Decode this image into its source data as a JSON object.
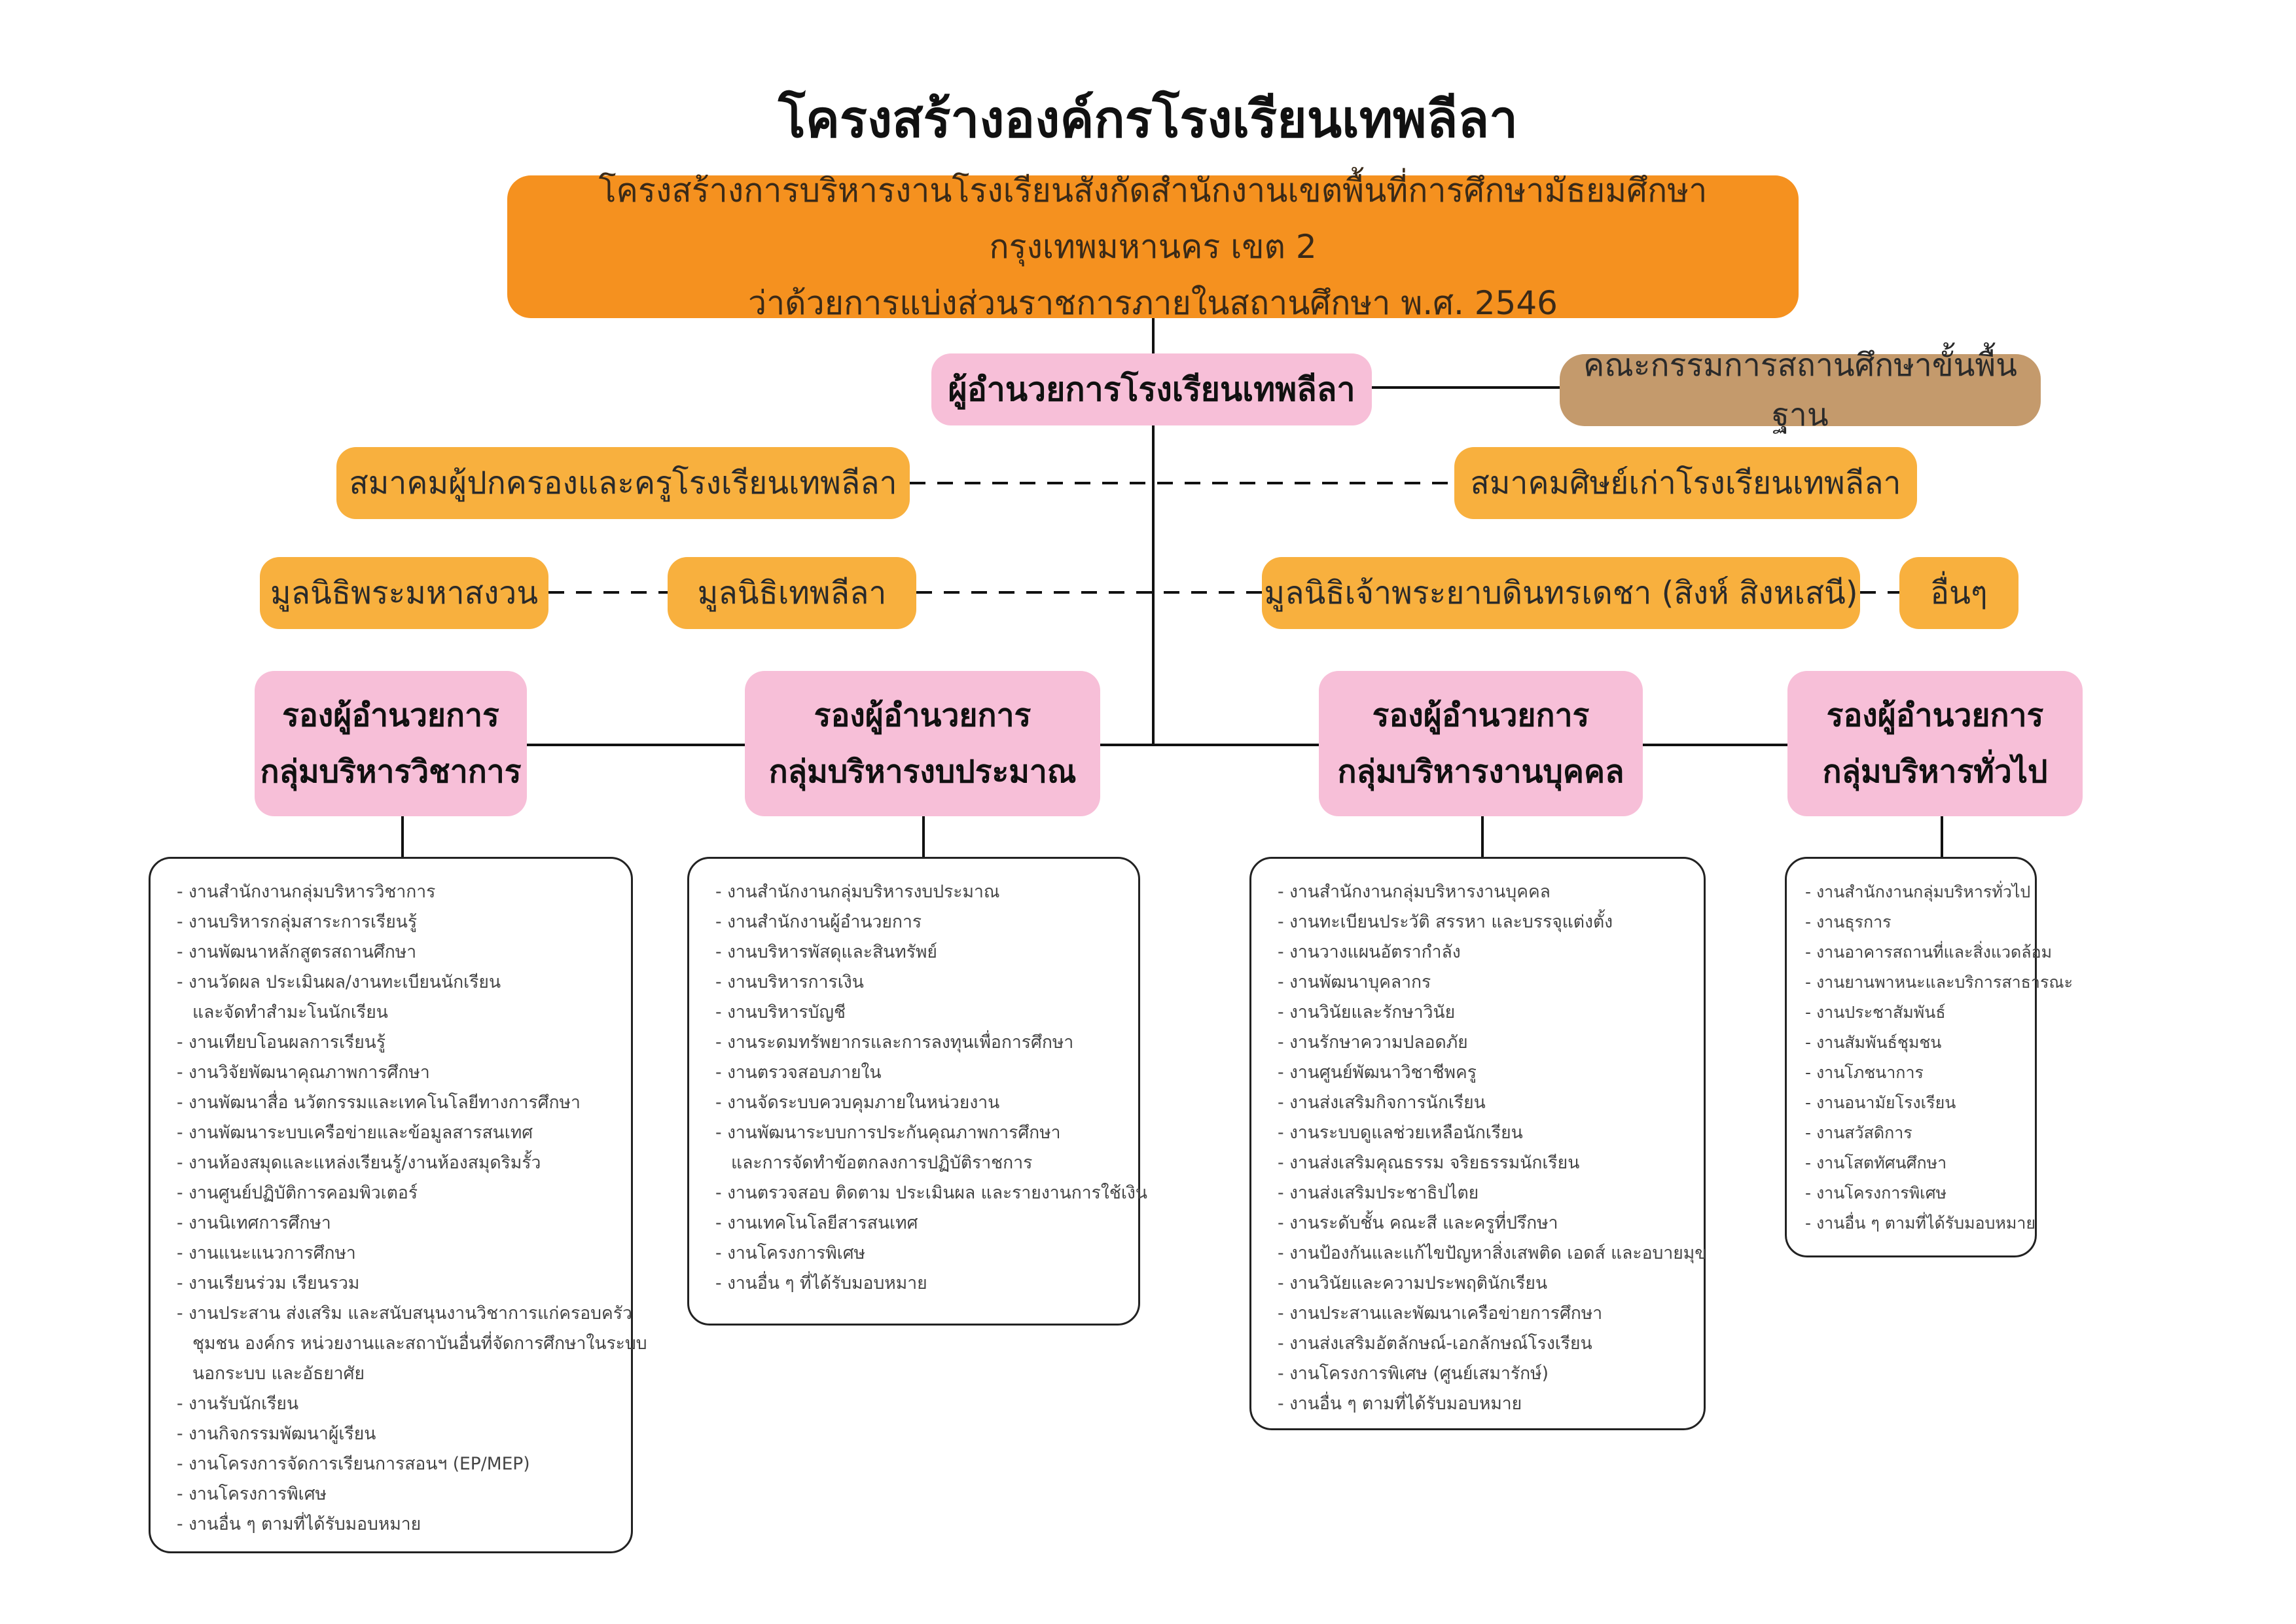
{
  "title": "โครงสร้างองค์กรโรงเรียนเทพลีลา",
  "top_box": {
    "line1": "โครงสร้างการบริหารงานโรงเรียนสังกัดสำนักงานเขตพื้นที่การศึกษามัธยมศึกษากรุงเทพมหานคร เขต 2",
    "line2": "ว่าด้วยการแบ่งส่วนราชการภายในสถานศึกษา พ.ศ. 2546"
  },
  "director": "ผู้อำนวยการโรงเรียนเทพลีลา",
  "committee": "คณะกรรมการสถานศึกษาขั้นพื้นฐาน",
  "associations": {
    "parents": "สมาคมผู้ปกครองและครูโรงเรียนเทพลีลา",
    "alumni": "สมาคมศิษย์เก่าโรงเรียนเทพลีลา"
  },
  "foundations": {
    "f1": "มูลนิธิพระมหาสงวน",
    "f2": "มูลนิธิเทพลีลา",
    "f3": "มูลนิธิเจ้าพระยาบดินทรเดชา (สิงห์ สิงหเสนี)",
    "f4": "อื่นๆ"
  },
  "deputies": [
    {
      "line1": "รองผู้อำนวยการ",
      "line2": "กลุ่มบริหารวิชาการ"
    },
    {
      "line1": "รองผู้อำนวยการ",
      "line2": "กลุ่มบริหารงบประมาณ"
    },
    {
      "line1": "รองผู้อำนวยการ",
      "line2": "กลุ่มบริหารงานบุคคล"
    },
    {
      "line1": "รองผู้อำนวยการ",
      "line2": "กลุ่มบริหารทั่วไป"
    }
  ],
  "lists": {
    "academic": [
      "- งานสำนักงานกลุ่มบริหารวิชาการ",
      "- งานบริหารกลุ่มสาระการเรียนรู้",
      "- งานพัฒนาหลักสูตรสถานศึกษา",
      "- งานวัดผล ประเมินผล/งานทะเบียนนักเรียน",
      "และจัดทำสำมะโนนักเรียน",
      "- งานเทียบโอนผลการเรียนรู้",
      "- งานวิจัยพัฒนาคุณภาพการศึกษา",
      "- งานพัฒนาสื่อ นวัตกรรมและเทคโนโลยีทางการศึกษา",
      "- งานพัฒนาระบบเครือข่ายและข้อมูลสารสนเทศ",
      "- งานห้องสมุดและแหล่งเรียนรู้/งานห้องสมุดริมรั้ว",
      "- งานศูนย์ปฏิบัติการคอมพิวเตอร์",
      "- งานนิเทศการศึกษา",
      "- งานแนะแนวการศึกษา",
      "- งานเรียนร่วม เรียนรวม",
      "- งานประสาน ส่งเสริม และสนับสนุนงานวิชาการแก่ครอบครัว",
      "ชุมชน องค์กร หน่วยงานและสถาบันอื่นที่จัดการศึกษาในระบบ",
      "นอกระบบ และอัธยาศัย",
      "- งานรับนักเรียน",
      "- งานกิจกรรมพัฒนาผู้เรียน",
      "- งานโครงการจัดการเรียนการสอนฯ (EP/MEP)",
      "- งานโครงการพิเศษ",
      "- งานอื่น ๆ ตามที่ได้รับมอบหมาย"
    ],
    "budget": [
      "- งานสำนักงานกลุ่มบริหารงบประมาณ",
      "- งานสำนักงานผู้อำนวยการ",
      "- งานบริหารพัสดุและสินทรัพย์",
      "- งานบริหารการเงิน",
      "- งานบริหารบัญชี",
      "- งานระดมทรัพยากรและการลงทุนเพื่อการศึกษา",
      "- งานตรวจสอบภายใน",
      "- งานจัดระบบควบคุมภายในหน่วยงาน",
      "- งานพัฒนาระบบการประกันคุณภาพการศึกษา",
      "และการจัดทำข้อตกลงการปฏิบัติราชการ",
      "- งานตรวจสอบ ติดตาม ประเมินผล และรายงานการใช้เงิน",
      "- งานเทคโนโลยีสารสนเทศ",
      "- งานโครงการพิเศษ",
      "- งานอื่น ๆ ที่ได้รับมอบหมาย"
    ],
    "personnel": [
      "- งานสำนักงานกลุ่มบริหารงานบุคคล",
      "- งานทะเบียนประวัติ สรรหา และบรรจุแต่งตั้ง",
      "- งานวางแผนอัตรากำลัง",
      "- งานพัฒนาบุคลากร",
      "- งานวินัยและรักษาวินัย",
      "- งานรักษาความปลอดภัย",
      "- งานศูนย์พัฒนาวิชาชีพครู",
      "- งานส่งเสริมกิจการนักเรียน",
      "- งานระบบดูแลช่วยเหลือนักเรียน",
      "- งานส่งเสริมคุณธรรม จริยธรรมนักเรียน",
      "- งานส่งเสริมประชาธิปไตย",
      "- งานระดับชั้น คณะสี และครูที่ปรึกษา",
      "- งานป้องกันและแก้ไขปัญหาสิ่งเสพติด เอดส์ และอบายมุข",
      "- งานวินัยและความประพฤตินักเรียน",
      "- งานประสานและพัฒนาเครือข่ายการศึกษา",
      "- งานส่งเสริมอัตลักษณ์-เอกลักษณ์โรงเรียน",
      "- งานโครงการพิเศษ (ศูนย์เสมารักษ์)",
      "- งานอื่น ๆ ตามที่ได้รับมอบหมาย"
    ],
    "general": [
      "- งานสำนักงานกลุ่มบริหารทั่วไป",
      "- งานธุรการ",
      "- งานอาคารสถานที่และสิ่งแวดล้อม",
      "- งานยานพาหนะและบริการสาธารณะ",
      "- งานประชาสัมพันธ์",
      "- งานสัมพันธ์ชุมชน",
      "- งานโภชนาการ",
      "- งานอนามัยโรงเรียน",
      "- งานสวัสดิการ",
      "- งานโสตทัศนศึกษา",
      "- งานโครงการพิเศษ",
      "- งานอื่น ๆ ตามที่ได้รับมอบหมาย"
    ]
  }
}
